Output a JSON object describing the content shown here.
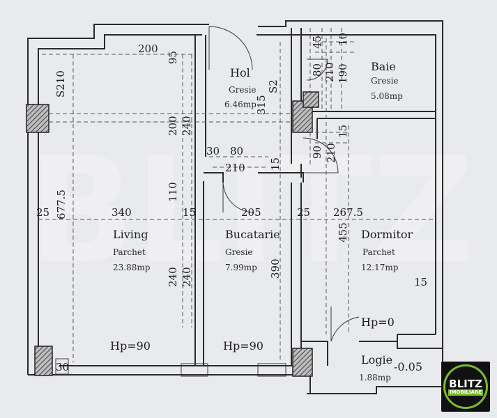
{
  "rooms": {
    "hol": {
      "name": "Hol",
      "floor": "Gresie",
      "area": "6.46mp"
    },
    "baie": {
      "name": "Baie",
      "floor": "Gresie",
      "area": "5.08mp"
    },
    "living": {
      "name": "Living",
      "floor": "Parchet",
      "area": "23.88mp",
      "hp": "Hp=90"
    },
    "bucatarie": {
      "name": "Bucatarie",
      "floor": "Gresie",
      "area": "7.99mp",
      "hp": "Hp=90"
    },
    "dormitor": {
      "name": "Dormitor",
      "floor": "Parchet",
      "area": "12.17mp",
      "hp": "Hp=0"
    },
    "logie": {
      "name": "Logie",
      "area": "1.88mp",
      "level": "-0.05"
    }
  },
  "dimensions": {
    "d200_top": "200",
    "d95": "95",
    "s210": "S210",
    "s2": "S2",
    "d315": "315",
    "d200_v": "200",
    "d240_v": "240",
    "d30": "30",
    "d80": "80",
    "d210_h": "210",
    "d15_v": "15",
    "d110": "110",
    "d677_5": "677.5",
    "d25_left": "25",
    "d340": "340",
    "d15_mid": "15",
    "d205": "205",
    "d25_mid": "25",
    "d267_5": "267.5",
    "d455": "455",
    "d240_a": "240",
    "d240_b": "240",
    "d390": "390",
    "d15_right": "15",
    "d90": "90",
    "d210_v": "210",
    "d15_small": "15",
    "d45": "45",
    "d10": "10",
    "d80_v": "80",
    "d210_baie": "210",
    "d190": "190",
    "d30_bottom": "30"
  },
  "watermark": "BLITZ",
  "logo": {
    "line1": "BLITZ",
    "line2": "IMOBILIARE"
  }
}
